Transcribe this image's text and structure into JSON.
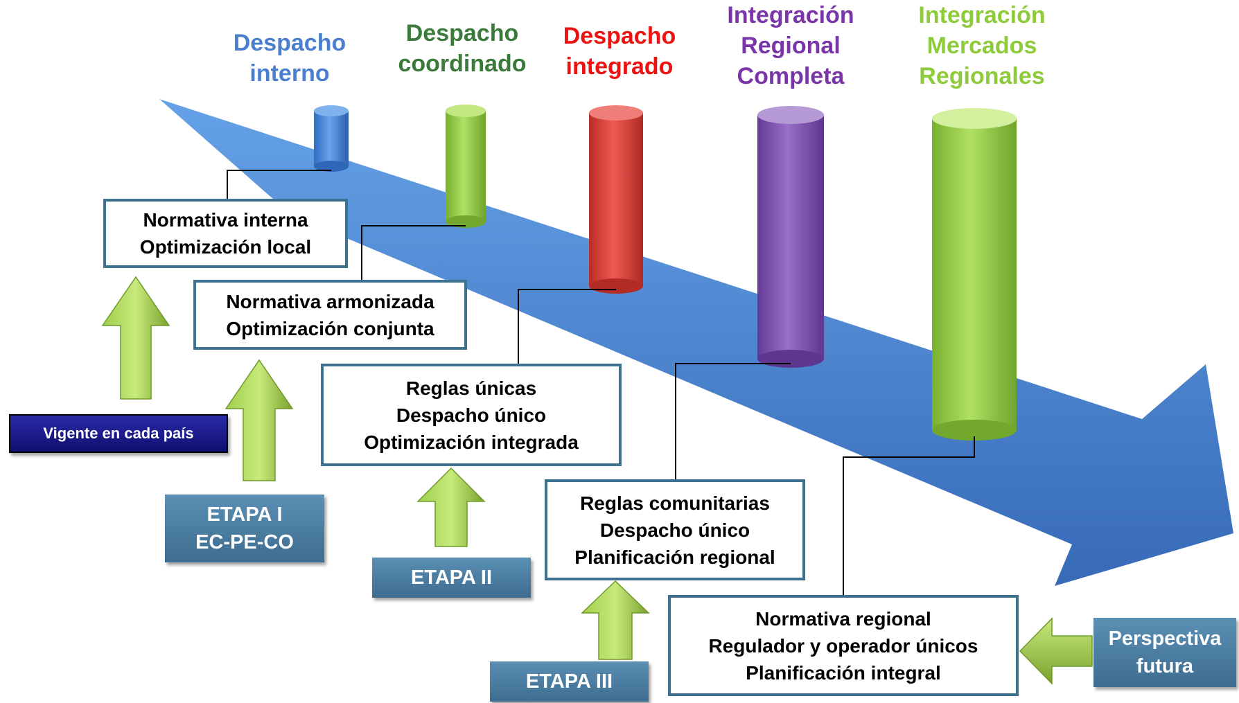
{
  "titles": [
    {
      "line1": "Despacho",
      "line2": "interno",
      "color": "#4a7fcf"
    },
    {
      "line1": "Despacho",
      "line2": "coordinado",
      "color": "#3a7a3a"
    },
    {
      "line1": "Despacho",
      "line2": "integrado",
      "color": "#ee1111"
    },
    {
      "line1": "Integración",
      "line2": "Regional",
      "line3": "Completa",
      "color": "#7a35a8"
    },
    {
      "line1": "Integración",
      "line2": "Mercados",
      "line3": "Regionales",
      "color": "#8ecb3a"
    }
  ],
  "boxes": [
    {
      "line1": "Normativa interna",
      "line2": "Optimización local"
    },
    {
      "line1": "Normativa armonizada",
      "line2": "Optimización conjunta"
    },
    {
      "line1": "Reglas únicas",
      "line2": "Despacho único",
      "line3": "Optimización integrada"
    },
    {
      "line1": "Reglas comunitarias",
      "line2": "Despacho único",
      "line3": "Planificación regional"
    },
    {
      "line1": "Normativa regional",
      "line2": "Regulador y operador únicos",
      "line3": "Planificación integral"
    }
  ],
  "stages": {
    "vigente": "Vigente en cada país",
    "etapa1_line1": "ETAPA I",
    "etapa1_line2": "EC-PE-CO",
    "etapa2": "ETAPA II",
    "etapa3": "ETAPA III",
    "futura_line1": "Perspectiva",
    "futura_line2": "futura"
  },
  "colors": {
    "arrow_main": "#3a78d0",
    "cylinder_blue": "#3f7fd6",
    "cylinder_green": "#8ec63f",
    "cylinder_red": "#d43b34",
    "cylinder_purple": "#7b4fae",
    "up_arrow": "#8ebd3a",
    "box_border": "#3f7190"
  }
}
